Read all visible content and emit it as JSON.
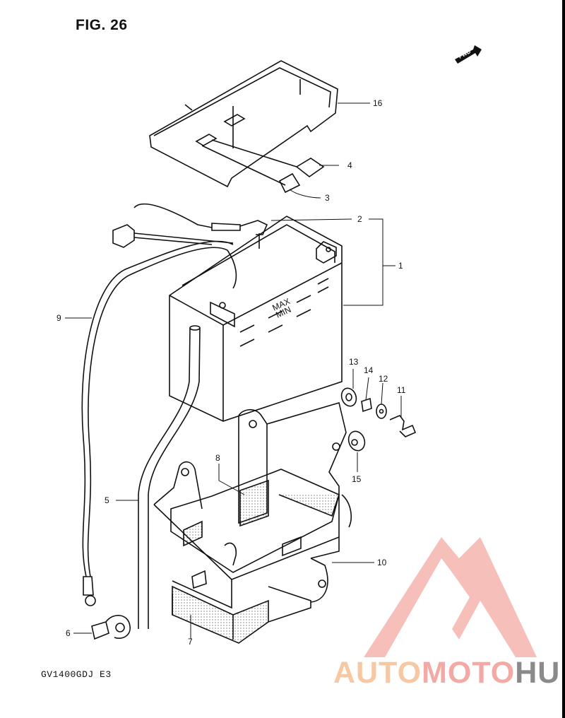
{
  "figure": {
    "title": "FIG. 26",
    "model_code": "GV1400GDJ E3"
  },
  "fwd_label": "FWD",
  "callouts": [
    "1",
    "2",
    "3",
    "4",
    "5",
    "6",
    "7",
    "8",
    "9",
    "10",
    "11",
    "12",
    "13",
    "14",
    "15",
    "16"
  ],
  "battery_labels": {
    "max": "MAX",
    "min": "MIN"
  },
  "watermark": {
    "part1": "AUTO",
    "part2": "MOTO",
    "part3": "HUB",
    "colors": {
      "auto": "#f6c9a4",
      "moto": "#f3aaa4",
      "hub": "#8a8a8a",
      "triangle": "#f08a80"
    }
  }
}
